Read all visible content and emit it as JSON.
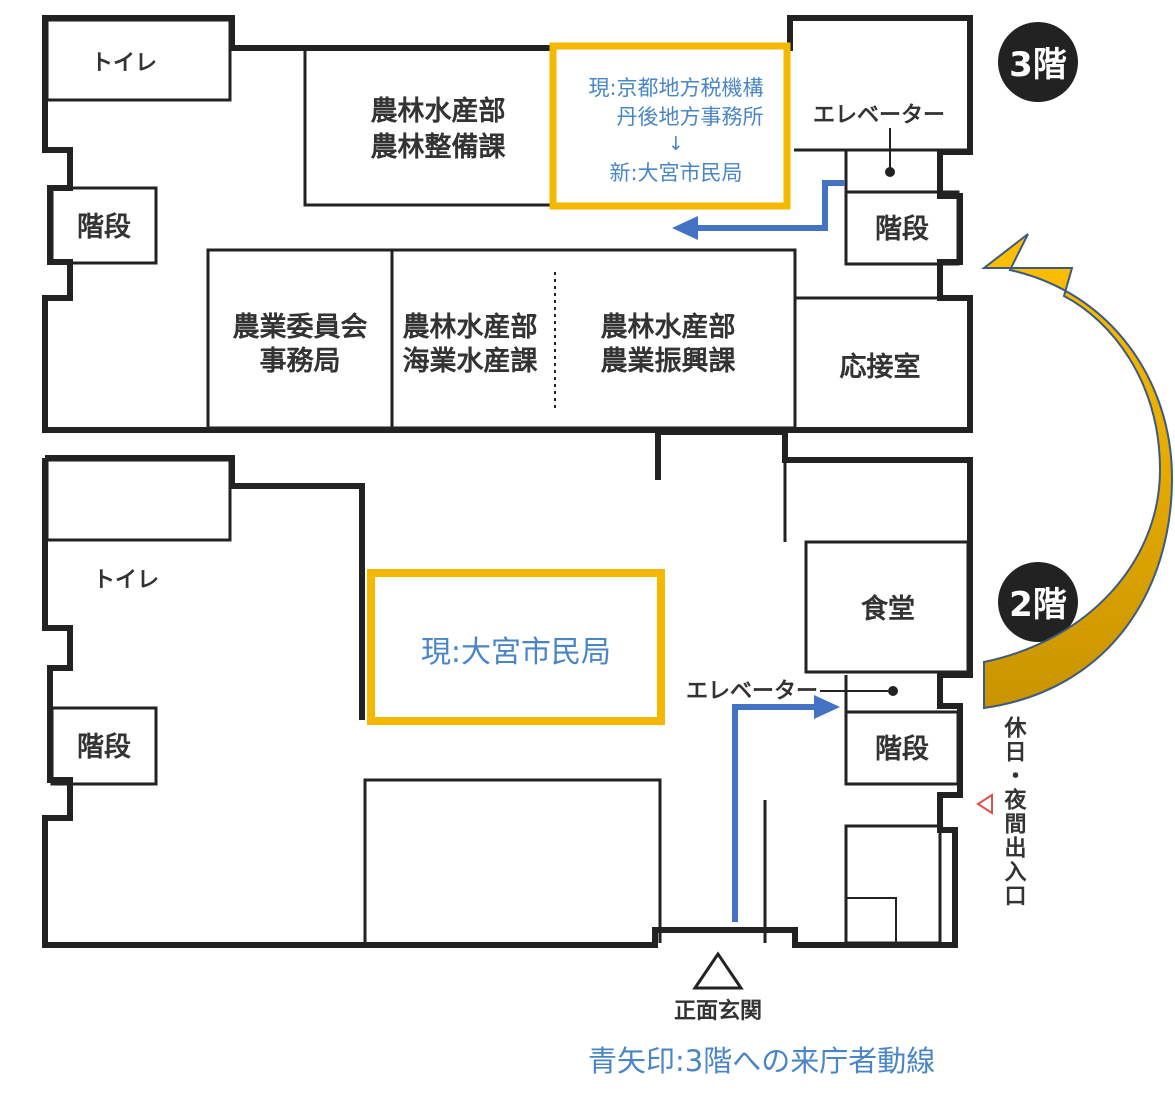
{
  "floor3": {
    "badge": "3階",
    "toilet": "トイレ",
    "stairs_left": "階段",
    "stairs_right": "階段",
    "elevator": "エレベーター",
    "room_norin_seibi": [
      "農林水産部",
      "農林整備課"
    ],
    "highlight_lines": [
      "現:京都地方税機構",
      "丹後地方事務所",
      "↓",
      "新:大宮市民局"
    ],
    "room_nogyo_iinkai": [
      "農業委員会",
      "事務局"
    ],
    "room_kaigyo": [
      "農林水産部",
      "海業水産課"
    ],
    "room_shinko": [
      "農林水産部",
      "農業振興課"
    ],
    "reception": "応接室"
  },
  "floor2": {
    "badge": "2階",
    "toilet": "トイレ",
    "stairs_left": "階段",
    "stairs_right": "階段",
    "elevator": "エレベーター",
    "cafeteria": "食堂",
    "highlight": "現:大宮市民局",
    "main_entrance": "正面玄関",
    "night_entrance": "休日・夜間出入口"
  },
  "caption": "青矢印:3階への来庁者動線",
  "colors": {
    "highlight_border": "#f5b800",
    "blue_arrow": "#4472c4",
    "blue_text": "#4a86c5",
    "curved_arrow": "#f0b400",
    "badge_bg": "#222222"
  }
}
